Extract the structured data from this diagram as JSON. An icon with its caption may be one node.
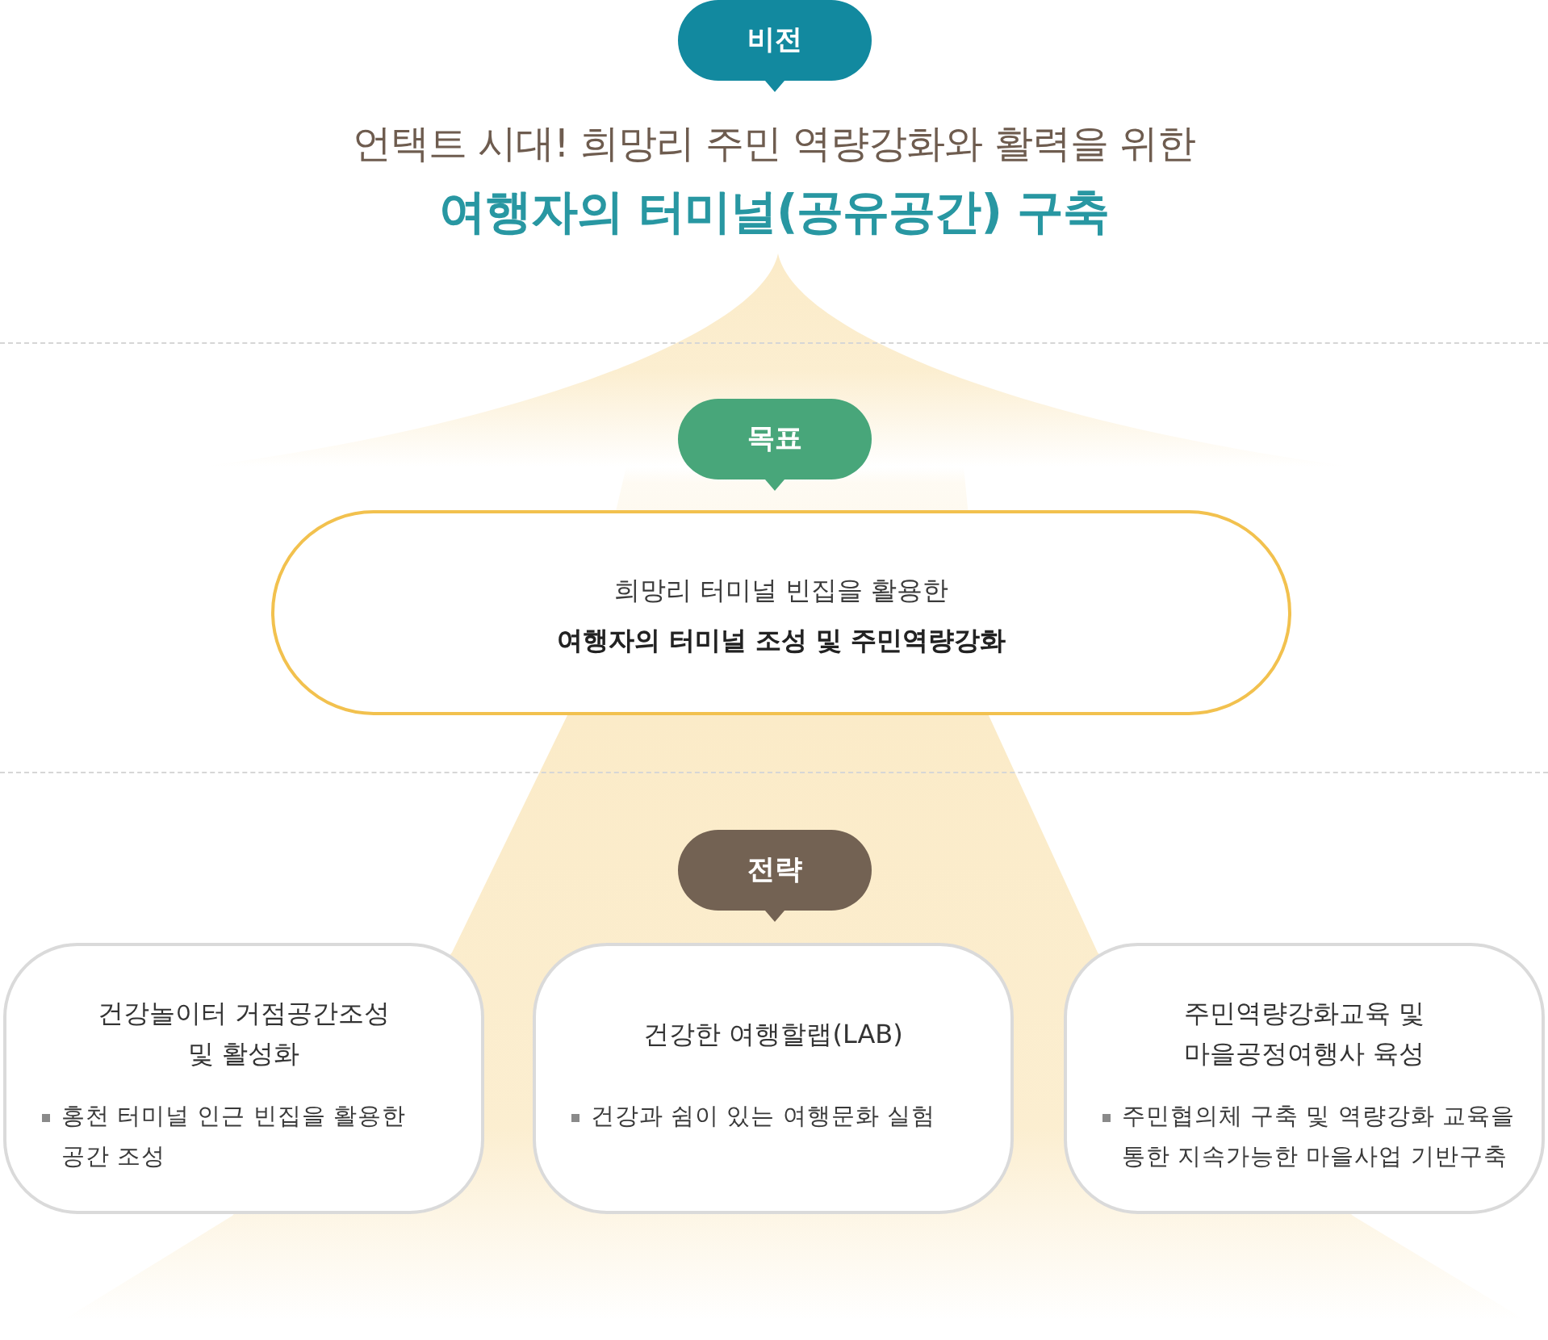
{
  "diagram": {
    "nodes": [
      {
        "text": [
          "비전"
        ]
      },
      {
        "text": [
          "목표"
        ]
      },
      {
        "text": [
          "희망리 터미널 빈집을 활용한",
          "여행자의 터미널 조성 및 주민역량강화"
        ]
      },
      {
        "text": [
          "전략"
        ]
      },
      {
        "text": [
          "건강놀이터 거점공간조성 및 활성화",
          "홍천 터미널 인근 빈집을 활용한 공간 조성"
        ]
      },
      {
        "text": [
          "건강한 여행할랩(LAB)",
          "건강과 쉼이 있는 여행문화 실험"
        ]
      },
      {
        "text": [
          "주민역량강화교육 및 마을공정여행사 육성",
          "주민협의체 구축 및 역량강화 교육을 통한 지속가능한 마을사업 기반구축"
        ]
      }
    ],
    "labels": [
      "언택트 시대! 희망리 주민 역량강화와 활력을 위한",
      "여행자의 터미널(공유공간) 구축"
    ]
  }
}
